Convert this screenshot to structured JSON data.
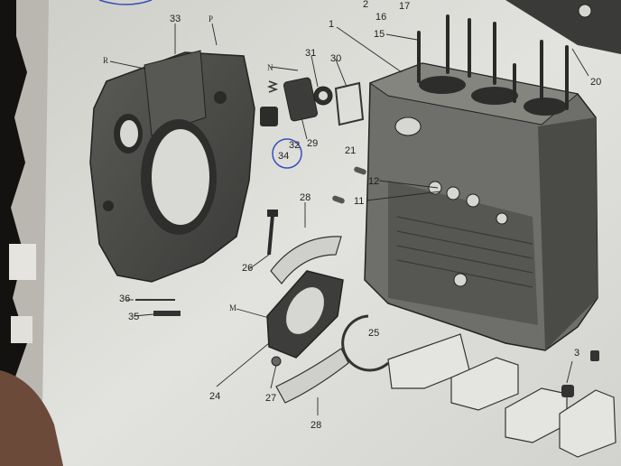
{
  "labels": {
    "n33": "33",
    "nP": "P",
    "nR": "R",
    "nN": "N",
    "n31": "31",
    "n30": "30",
    "n2": "2",
    "n17": "17",
    "n16": "16",
    "n15": "15",
    "n1": "1",
    "n20": "20",
    "n32": "32",
    "n34": "34",
    "n29": "29",
    "n21": "21",
    "n12": "12",
    "n11": "11",
    "n28a": "28",
    "n26": "26",
    "n36": "36",
    "n35": "35",
    "nM": "M",
    "n24": "24",
    "n27": "27",
    "n28b": "28",
    "n25": "25",
    "n3": "3"
  },
  "colors": {
    "page": "#dcdcd8",
    "ink": "#2b2b2b",
    "metal": "#4a4a48",
    "metal_dark": "#2f2f2e",
    "pen": "#3550b8"
  }
}
